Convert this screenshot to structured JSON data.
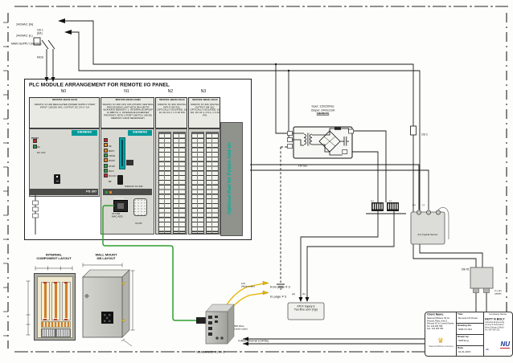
{
  "sheet": {
    "drawing_title": "PLC MODULE ARRANGEMENT FOR REMOTE I/O PANEL"
  },
  "supply": {
    "line_n": "240VAC (N)",
    "line_l": "240VAC (L)",
    "main": "MAIN SUPPLY (MAINS)",
    "cb1": "CB 1\n(6A)",
    "cb1_type": "MCB",
    "cb2": "CB 2"
  },
  "panel": {
    "rail_note": "Optional Rail for Future Add-on",
    "modules": [
      {
        "tag": "N0",
        "part": "6ES7307-1EA01-0AA0",
        "desc": "SIMATIC S7-300 REGULATED POWER SUPPLY PS307 INPUT: 120/230 VAC, OUTPUT: DC 24 V / 5 A",
        "brand": "SIEMENS",
        "model": "PS307",
        "footer": "PS 307",
        "leds": [
          {
            "label": "SF",
            "color": "#c62828"
          },
          {
            "label": "DC 24V",
            "color": "#2e9e44"
          }
        ]
      },
      {
        "tag": "N1",
        "part": "6ES7315-2EH14-0AB0",
        "desc": "SIMATIC S7-300 CPU 315-2 PN/DP, CENTRAL PROCESSING UNIT WITH 384 KBYTE WORKING MEMORY, 1. INTERFACE MPI/DP 12 MBIT/S, 2. INTERFACE ETHERNET PROFINET, WITH 2 PORT SWITCH, MICRO MEMORY CARD NECESSARY",
        "brand": "SIEMENS",
        "model": "SIMATIC S7-300",
        "bar_label": "X1 P1 R",
        "port1_label": "X1 P1R\nMAC ADD",
        "port2_label": "X2 DP",
        "leds": [
          {
            "label": "SF",
            "color": "#c62828"
          },
          {
            "label": "BATF",
            "color": "#e08a1e"
          },
          {
            "label": "FRCE",
            "color": "#e08a1e"
          },
          {
            "label": "DC5V",
            "color": "#2e9e44"
          },
          {
            "label": "STOP",
            "color": "#e08a1e"
          },
          {
            "label": "RUN",
            "color": "#2e9e44"
          },
          {
            "label": "DC24V",
            "color": "#2e9e44"
          },
          {
            "label": "BF",
            "color": "#c62828"
          }
        ]
      },
      {
        "tag": "N2",
        "part": "6ES7321-1BH02-0AA0",
        "desc": "SIMATIC S7-300, DIGITAL INPUT SM 321, OPTICALLY ISOLATED, 16 DI, DC 24 V, 1 X 20 PIN"
      },
      {
        "tag": "N3",
        "part": "6ES7322-1BH01-0AA0",
        "desc": "SIMATIC S7-300, DIGITAL OUTPUT SM 322, OPTICALLY ISOLATED, 16 DO, DC 24 V, 0.5 A, 1 X 20 PIN"
      }
    ]
  },
  "psu": {
    "line1": "Input: 115/230Vac",
    "line2": "Output: 24Vdc/10A",
    "line3": "SIEMENS",
    "tag": "HPSB",
    "out_pos": "(+)",
    "out_neg": "(-)"
  },
  "field": {
    "atex_note": "ATEX Supply &\nTwo fibre conn (Typ)",
    "wire_w": "(w)",
    "wire_b": "(b)",
    "sensor_label": "(In) Typical Sensor",
    "sensor_pos": "(+)",
    "sensor_neg": "(-)",
    "db_tag": "DB #1",
    "db_cables": "2 x 4C\ncables"
  },
  "network": {
    "switch_model": "SCALANCE X204-2",
    "from_page": "from page # 3",
    "to_page": "to page # 3",
    "fo_note": "F/O\n(Multi-mode)",
    "mm_note": "MM Fibre\n(multi-mode)",
    "eth_note": "4 Wire Ethernet (CAT5e)"
  },
  "layouts": {
    "internal": "INTERNAL\nCOMPONENT LAYOUT",
    "wall": "WALL MOUNT\nDB LAYOUT"
  },
  "title_block": {
    "client_header": "Client Name:",
    "client_lines": "National Offshore Oil Co.\nProcess Plant, Area 3\nRemote I/O & Control Panels\nTel: 123 456 789\nFax: 123 456 780",
    "client_logo_caption": "National Offshore Company",
    "rows": [
      {
        "label": "Title:",
        "value": "Remote I/O Panel"
      },
      {
        "label": "Drawing No:",
        "value": "NNB-S7-001"
      },
      {
        "label": "Drawn by:",
        "value": "NNB Eng."
      },
      {
        "label": "Date:",
        "value": "01-01-2015"
      }
    ],
    "company_header": "Company Name",
    "company_name": "NUTT N BOLT",
    "company_lines": "Industrial Engineering\nControl & Automation\nPanel Design & Build\nTel: 987 654 321",
    "company_logo": "NU",
    "company_logo_small": "nb"
  },
  "colors": {
    "siemens_teal": "#009999",
    "rail_text": "#00b09b",
    "fiber_yellow": "#e8b400",
    "ethernet_green": "#2f9e2f"
  }
}
